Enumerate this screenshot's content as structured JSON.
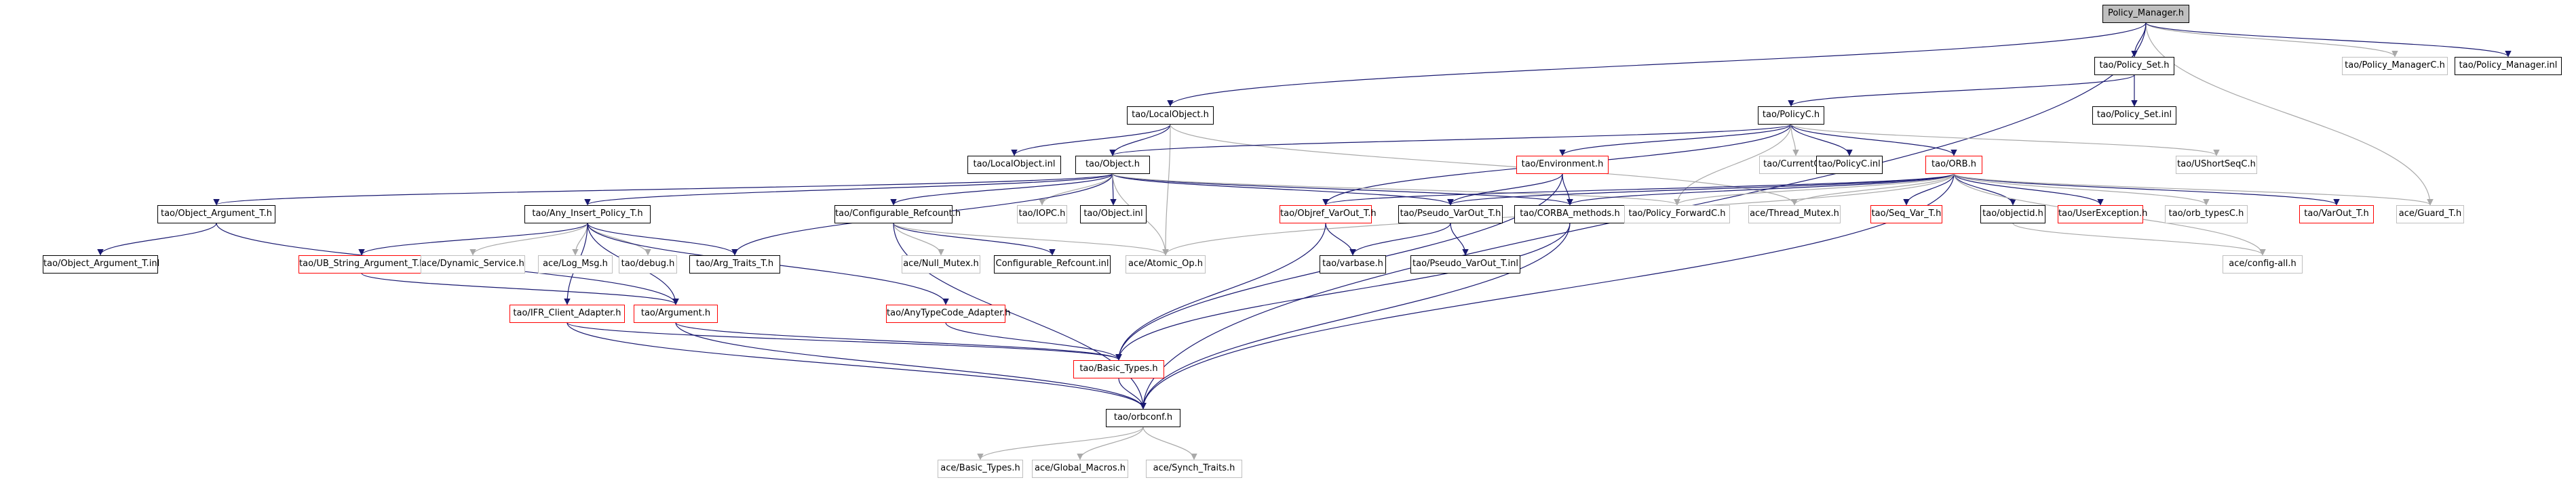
{
  "colors": {
    "edge": "#191970",
    "edge_light": "#a9a9a9",
    "box_border": "#000000",
    "box_red": "#ff0000",
    "box_gray": "#bfbfbf",
    "root_fill": "#bfbfbf"
  },
  "nodes": [
    {
      "id": "n0",
      "label": "Policy_Manager.h",
      "style": "root"
    },
    {
      "id": "n1",
      "label": "tao/Policy_Set.h",
      "style": "black"
    },
    {
      "id": "n2",
      "label": "tao/Policy_ManagerC.h",
      "style": "gray"
    },
    {
      "id": "n3",
      "label": "tao/Policy_Manager.inl",
      "style": "black"
    },
    {
      "id": "n4",
      "label": "tao/Policy_Set.inl",
      "style": "black"
    },
    {
      "id": "n5",
      "label": "tao/LocalObject.h",
      "style": "black"
    },
    {
      "id": "n6",
      "label": "tao/PolicyC.h",
      "style": "black"
    },
    {
      "id": "n7",
      "label": "tao/LocalObject.inl",
      "style": "black"
    },
    {
      "id": "n8",
      "label": "tao/Object.h",
      "style": "black"
    },
    {
      "id": "n9",
      "label": "tao/Environment.h",
      "style": "red"
    },
    {
      "id": "n10",
      "label": "tao/CurrentC.h",
      "style": "gray"
    },
    {
      "id": "n11",
      "label": "tao/PolicyC.inl",
      "style": "black"
    },
    {
      "id": "n12",
      "label": "tao/ORB.h",
      "style": "red"
    },
    {
      "id": "n13",
      "label": "tao/UShortSeqC.h",
      "style": "gray"
    },
    {
      "id": "n14",
      "label": "tao/Object_Argument_T.h",
      "style": "black"
    },
    {
      "id": "n15",
      "label": "tao/Any_Insert_Policy_T.h",
      "style": "black"
    },
    {
      "id": "n16",
      "label": "tao/Configurable_Refcount.h",
      "style": "black"
    },
    {
      "id": "n17",
      "label": "tao/IOPC.h",
      "style": "gray"
    },
    {
      "id": "n18",
      "label": "tao/Object.inl",
      "style": "black"
    },
    {
      "id": "n19",
      "label": "tao/Objref_VarOut_T.h",
      "style": "red"
    },
    {
      "id": "n20",
      "label": "tao/Pseudo_VarOut_T.h",
      "style": "black"
    },
    {
      "id": "n21",
      "label": "tao/CORBA_methods.h",
      "style": "black"
    },
    {
      "id": "n22",
      "label": "tao/Policy_ForwardC.h",
      "style": "gray"
    },
    {
      "id": "n23",
      "label": "ace/Thread_Mutex.h",
      "style": "gray"
    },
    {
      "id": "n24",
      "label": "tao/Seq_Var_T.h",
      "style": "red"
    },
    {
      "id": "n25",
      "label": "tao/objectid.h",
      "style": "black"
    },
    {
      "id": "n26",
      "label": "tao/UserException.h",
      "style": "red"
    },
    {
      "id": "n27",
      "label": "tao/orb_typesC.h",
      "style": "gray"
    },
    {
      "id": "n28",
      "label": "tao/VarOut_T.h",
      "style": "red"
    },
    {
      "id": "n29",
      "label": "ace/Guard_T.h",
      "style": "gray"
    },
    {
      "id": "n30",
      "label": "tao/Object_Argument_T.inl",
      "style": "black"
    },
    {
      "id": "n31",
      "label": "tao/UB_String_Argument_T.h",
      "style": "red"
    },
    {
      "id": "n32",
      "label": "ace/Dynamic_Service.h",
      "style": "gray"
    },
    {
      "id": "n33",
      "label": "ace/Log_Msg.h",
      "style": "gray"
    },
    {
      "id": "n34",
      "label": "tao/debug.h",
      "style": "gray"
    },
    {
      "id": "n35",
      "label": "tao/Arg_Traits_T.h",
      "style": "black"
    },
    {
      "id": "n36",
      "label": "ace/Null_Mutex.h",
      "style": "gray"
    },
    {
      "id": "n37",
      "label": "Configurable_Refcount.inl",
      "style": "black"
    },
    {
      "id": "n38",
      "label": "ace/Atomic_Op.h",
      "style": "gray"
    },
    {
      "id": "n39",
      "label": "tao/varbase.h",
      "style": "black"
    },
    {
      "id": "n40",
      "label": "tao/Pseudo_VarOut_T.inl",
      "style": "black"
    },
    {
      "id": "n41",
      "label": "ace/config-all.h",
      "style": "gray"
    },
    {
      "id": "n42",
      "label": "tao/IFR_Client_Adapter.h",
      "style": "red"
    },
    {
      "id": "n43",
      "label": "tao/Argument.h",
      "style": "red"
    },
    {
      "id": "n44",
      "label": "tao/AnyTypeCode_Adapter.h",
      "style": "red"
    },
    {
      "id": "n45",
      "label": "tao/Basic_Types.h",
      "style": "red"
    },
    {
      "id": "n46",
      "label": "tao/orbconf.h",
      "style": "black"
    },
    {
      "id": "n47",
      "label": "ace/Basic_Types.h",
      "style": "gray"
    },
    {
      "id": "n48",
      "label": "ace/Global_Macros.h",
      "style": "gray"
    },
    {
      "id": "n49",
      "label": "ace/Synch_Traits.h",
      "style": "gray"
    }
  ],
  "edges": [
    [
      "n0",
      "n1"
    ],
    [
      "n0",
      "n2"
    ],
    [
      "n0",
      "n3"
    ],
    [
      "n0",
      "n5"
    ],
    [
      "n0",
      "n29"
    ],
    [
      "n0",
      "n46"
    ],
    [
      "n1",
      "n6"
    ],
    [
      "n1",
      "n4"
    ],
    [
      "n5",
      "n7"
    ],
    [
      "n5",
      "n8"
    ],
    [
      "n5",
      "n38"
    ],
    [
      "n5",
      "n23"
    ],
    [
      "n6",
      "n8"
    ],
    [
      "n6",
      "n9"
    ],
    [
      "n6",
      "n10"
    ],
    [
      "n6",
      "n11"
    ],
    [
      "n6",
      "n12"
    ],
    [
      "n6",
      "n13"
    ],
    [
      "n6",
      "n19"
    ],
    [
      "n6",
      "n22"
    ],
    [
      "n8",
      "n14"
    ],
    [
      "n8",
      "n15"
    ],
    [
      "n8",
      "n16"
    ],
    [
      "n8",
      "n17"
    ],
    [
      "n8",
      "n18"
    ],
    [
      "n8",
      "n20"
    ],
    [
      "n8",
      "n21"
    ],
    [
      "n8",
      "n22"
    ],
    [
      "n8",
      "n35"
    ],
    [
      "n8",
      "n38"
    ],
    [
      "n9",
      "n20"
    ],
    [
      "n9",
      "n21"
    ],
    [
      "n9",
      "n45"
    ],
    [
      "n12",
      "n19"
    ],
    [
      "n12",
      "n20"
    ],
    [
      "n12",
      "n21"
    ],
    [
      "n12",
      "n22"
    ],
    [
      "n12",
      "n23"
    ],
    [
      "n12",
      "n24"
    ],
    [
      "n12",
      "n25"
    ],
    [
      "n12",
      "n26"
    ],
    [
      "n12",
      "n27"
    ],
    [
      "n12",
      "n28"
    ],
    [
      "n12",
      "n29"
    ],
    [
      "n12",
      "n41"
    ],
    [
      "n12",
      "n46"
    ],
    [
      "n12",
      "n38"
    ],
    [
      "n14",
      "n30"
    ],
    [
      "n14",
      "n43"
    ],
    [
      "n15",
      "n31"
    ],
    [
      "n15",
      "n32"
    ],
    [
      "n15",
      "n33"
    ],
    [
      "n15",
      "n34"
    ],
    [
      "n15",
      "n35"
    ],
    [
      "n15",
      "n42"
    ],
    [
      "n15",
      "n43"
    ],
    [
      "n15",
      "n44"
    ],
    [
      "n16",
      "n36"
    ],
    [
      "n16",
      "n37"
    ],
    [
      "n16",
      "n38"
    ],
    [
      "n16",
      "n46"
    ],
    [
      "n19",
      "n39"
    ],
    [
      "n19",
      "n45"
    ],
    [
      "n20",
      "n39"
    ],
    [
      "n20",
      "n40"
    ],
    [
      "n21",
      "n45"
    ],
    [
      "n21",
      "n46"
    ],
    [
      "n25",
      "n41"
    ],
    [
      "n31",
      "n43"
    ],
    [
      "n42",
      "n45"
    ],
    [
      "n42",
      "n46"
    ],
    [
      "n43",
      "n45"
    ],
    [
      "n43",
      "n46"
    ],
    [
      "n44",
      "n45"
    ],
    [
      "n45",
      "n46"
    ],
    [
      "n46",
      "n47"
    ],
    [
      "n46",
      "n48"
    ],
    [
      "n46",
      "n49"
    ]
  ]
}
